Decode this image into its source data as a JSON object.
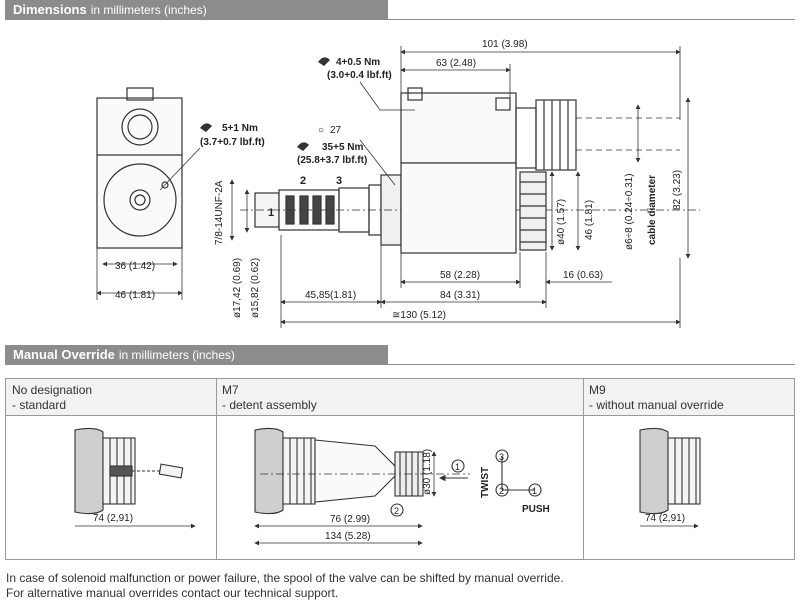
{
  "dimensions_section": {
    "title": "Dimensions",
    "subtitle": "in millimeters (inches)"
  },
  "dimensions_drawing": {
    "torque_top": [
      "4+0.5 Nm",
      "(3.0+0.4 lbf.ft)"
    ],
    "torque_left": [
      "5+1 Nm",
      "(3.7+0.7 lbf.ft)"
    ],
    "wrench_size": "27",
    "torque_cartridge": [
      "35+5 Nm",
      "(25.8+3.7 lbf.ft)"
    ],
    "port_1": "1",
    "port_2": "2",
    "port_3": "3",
    "thread": "7/8-14UNF-2A",
    "dia_17_42": "ø17,42 (0.69)",
    "dia_15_82": "ø15,82 (0.62)",
    "dim_101": "101 (3.98)",
    "dim_63": "63 (2.48)",
    "dim_40": "ø40 (1.57)",
    "dim_46_v": "46 (1.81)",
    "dim_cable": "ø6÷8 (0.24÷0.31)",
    "cable_label": "cable diameter",
    "dim_82": "82 (3.23)",
    "dim_58": "58 (2.28)",
    "dim_16": "16 (0.63)",
    "dim_45_85": "45,85(1.81)",
    "dim_84": "84 (3.31)",
    "dim_130": "≅130 (5.12)",
    "dim_36": "36 (1.42)",
    "dim_46_h": "46 (1.81)"
  },
  "manual_override_section": {
    "title": "Manual Override",
    "subtitle": "in millimeters (inches)"
  },
  "manual_override_table": {
    "columns": [
      {
        "code": "No designation",
        "desc": "- standard",
        "dim": "74 (2,91)"
      },
      {
        "code": "M7",
        "desc": "- detent assembly",
        "dim_76": "76 (2.99)",
        "dim_134": "134 (5.28)",
        "dim_30": "ø30 (1.18)",
        "twist": "TWIST",
        "push": "PUSH",
        "step_1": "1",
        "step_2": "2",
        "step_3": "3"
      },
      {
        "code": "M9",
        "desc": "- without manual override",
        "dim": "74 (2,91)"
      }
    ]
  },
  "footer": {
    "line1": "In case of solenoid malfunction or power failure, the spool of the valve can be shifted by manual override.",
    "line2": "For alternative manual overrides contact our technical support."
  }
}
